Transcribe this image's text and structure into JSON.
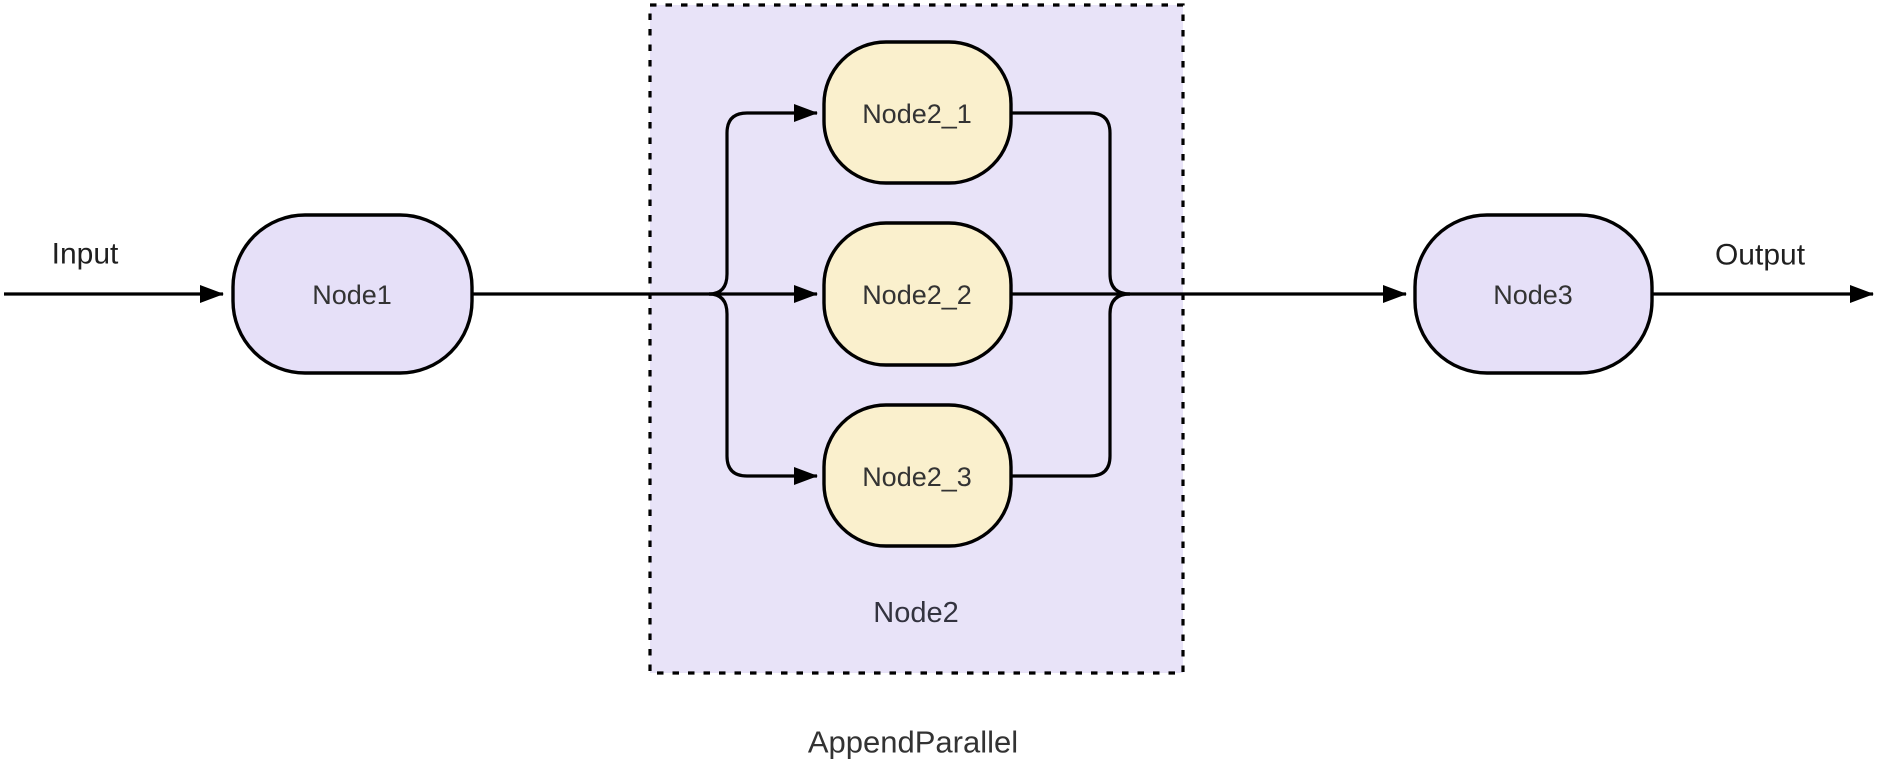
{
  "diagram": {
    "type": "flowchart-left-to-right",
    "edge_labels": {
      "input": "Input",
      "output": "Output"
    },
    "nodes": {
      "node1": "Node1",
      "node3": "Node3"
    },
    "cluster": {
      "title": "Node2",
      "caption": "AppendParallel",
      "children": [
        "Node2_1",
        "Node2_2",
        "Node2_3"
      ]
    },
    "colors": {
      "purple_fill": "#E6E0F8",
      "cluster_fill": "#E8E3F8",
      "cream_fill": "#FAF0CD",
      "stroke": "#000000",
      "node_text": "#333333",
      "cluster_text": "#33333F",
      "edge_label_text": "#1F1F1F"
    }
  }
}
